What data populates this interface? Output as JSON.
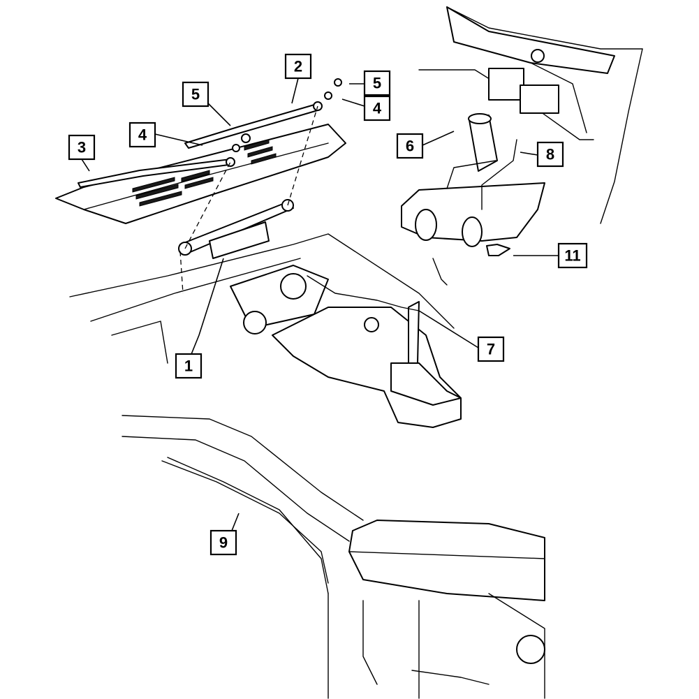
{
  "callouts": [
    {
      "id": "c1",
      "label": "1"
    },
    {
      "id": "c2",
      "label": "2"
    },
    {
      "id": "c3",
      "label": "3"
    },
    {
      "id": "c4a",
      "label": "4"
    },
    {
      "id": "c4b",
      "label": "4"
    },
    {
      "id": "c5a",
      "label": "5"
    },
    {
      "id": "c5b",
      "label": "5"
    },
    {
      "id": "c6",
      "label": "6"
    },
    {
      "id": "c7",
      "label": "7"
    },
    {
      "id": "c8",
      "label": "8"
    },
    {
      "id": "c9",
      "label": "9"
    },
    {
      "id": "c11",
      "label": "11"
    }
  ]
}
